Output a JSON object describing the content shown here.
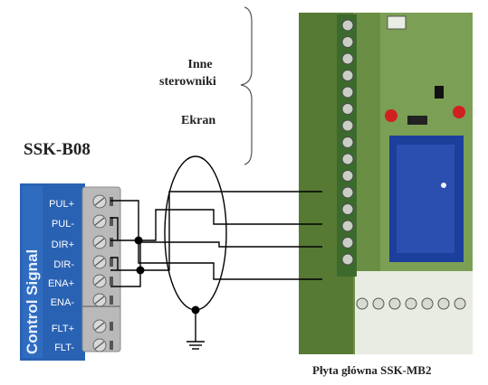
{
  "labels": {
    "module_title": "SSK-B08",
    "other_controllers_1": "Inne",
    "other_controllers_2": "sterowniki",
    "shield": "Ekran",
    "board_caption": "Płyta główna SSK-MB2"
  },
  "module": {
    "vertical_text": "Control Signal",
    "pins": [
      "PUL+",
      "PUL-",
      "DIR+",
      "DIR-",
      "ENA+",
      "ENA-",
      "FLT+",
      "FLT-"
    ]
  },
  "colors": {
    "module_blue": "#2a62b3",
    "terminal_grey": "#b9b9b9",
    "pcb_green": "#5f8a3c",
    "wire": "#000000"
  }
}
